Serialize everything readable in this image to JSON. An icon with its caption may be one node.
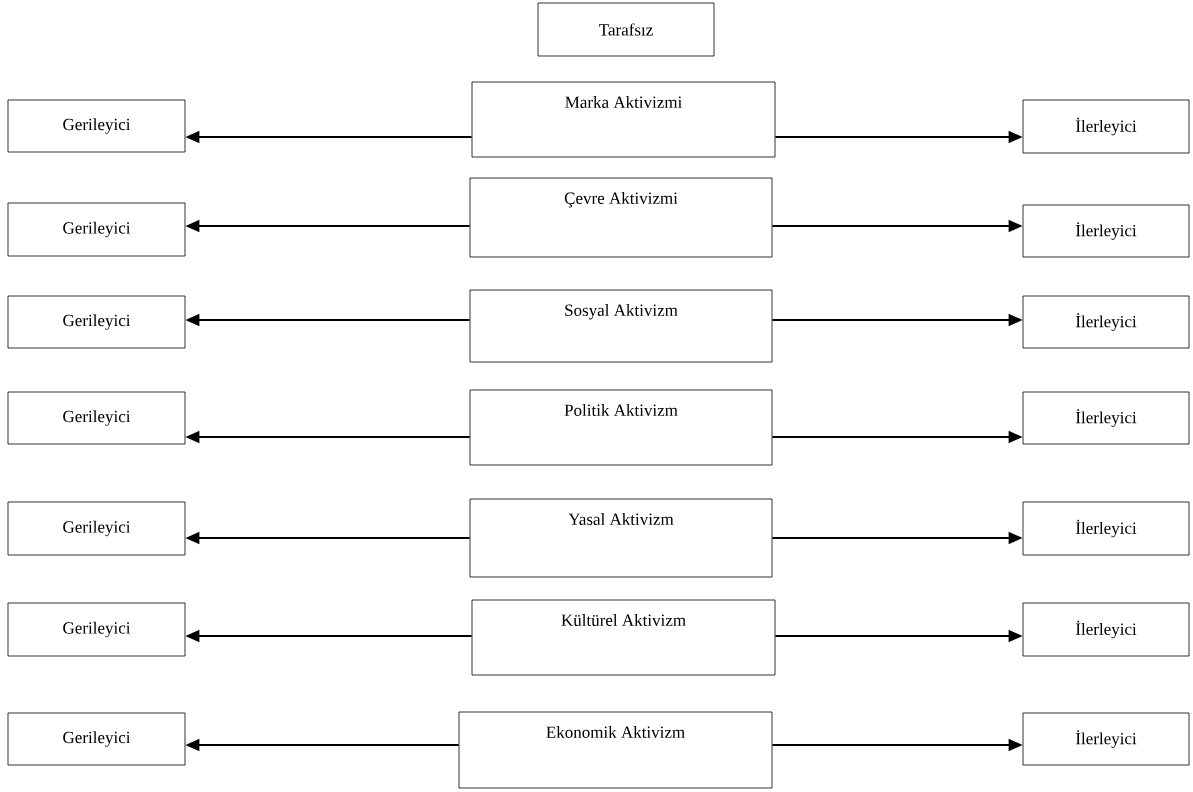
{
  "diagram": {
    "nodes": [
      {
        "text": [
          "Tarafsız"
        ]
      },
      {
        "text": [
          "Gerileyici"
        ]
      },
      {
        "text": [
          "Marka Aktivizmi"
        ]
      },
      {
        "text": [
          "İlerleyici"
        ]
      },
      {
        "text": [
          "Gerileyici"
        ]
      },
      {
        "text": [
          "Çevre Aktivizmi"
        ]
      },
      {
        "text": [
          "İlerleyici"
        ]
      },
      {
        "text": [
          "Gerileyici"
        ]
      },
      {
        "text": [
          "Sosyal Aktivizm"
        ]
      },
      {
        "text": [
          "İlerleyici"
        ]
      },
      {
        "text": [
          "Gerileyici"
        ]
      },
      {
        "text": [
          "Politik Aktivizm"
        ]
      },
      {
        "text": [
          "İlerleyici"
        ]
      },
      {
        "text": [
          "Gerileyici"
        ]
      },
      {
        "text": [
          "Yasal Aktivizm"
        ]
      },
      {
        "text": [
          "İlerleyici"
        ]
      },
      {
        "text": [
          "Gerileyici"
        ]
      },
      {
        "text": [
          "Kültürel Aktivizm"
        ]
      },
      {
        "text": [
          "İlerleyici"
        ]
      },
      {
        "text": [
          "Gerileyici"
        ]
      },
      {
        "text": [
          "Ekonomik Aktivizm"
        ]
      },
      {
        "text": [
          "İlerleyici"
        ]
      }
    ],
    "edges": [
      {
        "from": 2,
        "to": 1,
        "arrow": "to"
      },
      {
        "from": 2,
        "to": 3,
        "arrow": "to"
      },
      {
        "from": 5,
        "to": 4,
        "arrow": "to"
      },
      {
        "from": 5,
        "to": 6,
        "arrow": "to"
      },
      {
        "from": 8,
        "to": 7,
        "arrow": "to"
      },
      {
        "from": 8,
        "to": 9,
        "arrow": "to"
      },
      {
        "from": 11,
        "to": 10,
        "arrow": "to"
      },
      {
        "from": 11,
        "to": 12,
        "arrow": "to"
      },
      {
        "from": 14,
        "to": 13,
        "arrow": "to"
      },
      {
        "from": 14,
        "to": 15,
        "arrow": "to"
      },
      {
        "from": 17,
        "to": 16,
        "arrow": "to"
      },
      {
        "from": 17,
        "to": 18,
        "arrow": "to"
      },
      {
        "from": 20,
        "to": 19,
        "arrow": "to"
      },
      {
        "from": 20,
        "to": 21,
        "arrow": "to"
      }
    ]
  }
}
